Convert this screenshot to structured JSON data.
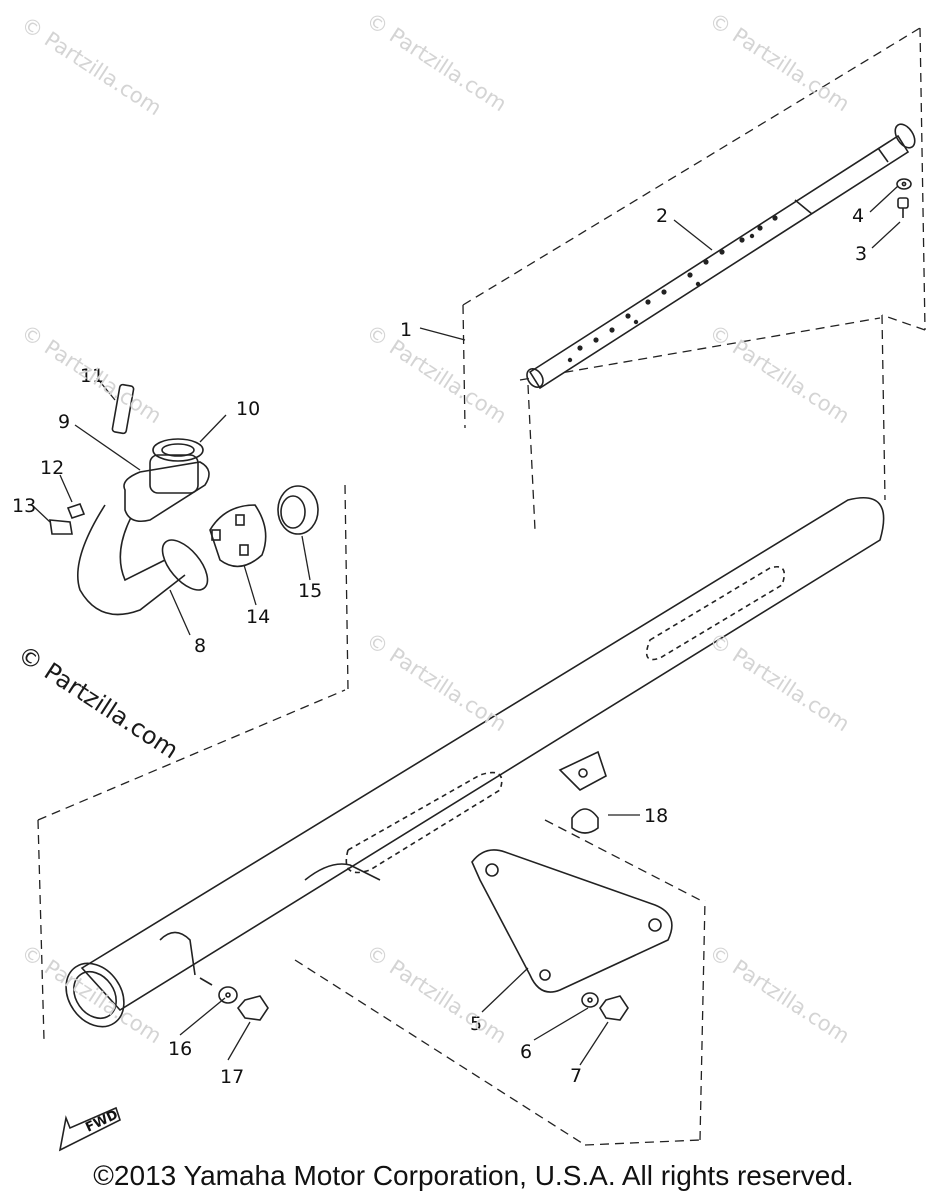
{
  "watermark": "© Partzilla.com",
  "copyright": "©2013 Yamaha Motor Corporation, U.S.A. All rights reserved.",
  "fwd_label": "FWD",
  "callouts": [
    "1",
    "2",
    "3",
    "4",
    "5",
    "6",
    "7",
    "8",
    "9",
    "10",
    "11",
    "12",
    "13",
    "14",
    "15",
    "16",
    "17",
    "18"
  ]
}
